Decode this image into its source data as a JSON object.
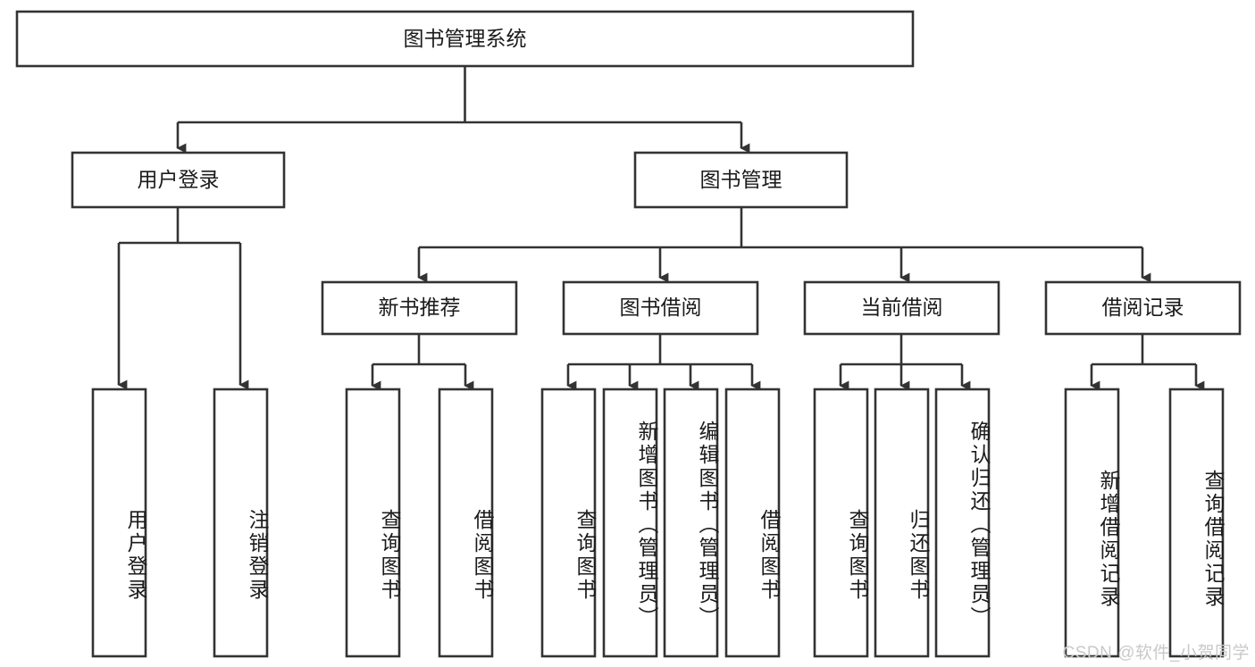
{
  "diagram": {
    "type": "tree-hierarchy",
    "title": "图书管理系统",
    "root": {
      "id": "root",
      "label": "图书管理系统",
      "orientation": "horizontal"
    },
    "level2": [
      {
        "id": "user-login",
        "label": "用户登录",
        "orientation": "horizontal"
      },
      {
        "id": "book-manage",
        "label": "图书管理",
        "orientation": "horizontal"
      }
    ],
    "level3": [
      {
        "id": "new-book-rec",
        "label": "新书推荐",
        "orientation": "horizontal",
        "parent": "book-manage"
      },
      {
        "id": "book-borrow",
        "label": "图书借阅",
        "orientation": "horizontal",
        "parent": "book-manage"
      },
      {
        "id": "current-borrow",
        "label": "当前借阅",
        "orientation": "horizontal",
        "parent": "book-manage"
      },
      {
        "id": "borrow-record",
        "label": "借阅记录",
        "orientation": "horizontal",
        "parent": "book-manage"
      }
    ],
    "leaves": [
      {
        "id": "leaf-user-login",
        "label": "用户登录",
        "parent": "user-login",
        "orientation": "vertical"
      },
      {
        "id": "leaf-user-logout",
        "label": "注销登录",
        "parent": "user-login",
        "orientation": "vertical"
      },
      {
        "id": "leaf-query-book-1",
        "label": "查询图书",
        "parent": "new-book-rec",
        "orientation": "vertical"
      },
      {
        "id": "leaf-borrow-book-1",
        "label": "借阅图书",
        "parent": "new-book-rec",
        "orientation": "vertical"
      },
      {
        "id": "leaf-query-book-2",
        "label": "查询图书",
        "parent": "book-borrow",
        "orientation": "vertical"
      },
      {
        "id": "leaf-add-book",
        "label": "新增图书（管理员）",
        "parent": "book-borrow",
        "orientation": "vertical"
      },
      {
        "id": "leaf-edit-book",
        "label": "编辑图书（管理员）",
        "parent": "book-borrow",
        "orientation": "vertical"
      },
      {
        "id": "leaf-borrow-book-2",
        "label": "借阅图书",
        "parent": "book-borrow",
        "orientation": "vertical"
      },
      {
        "id": "leaf-query-book-3",
        "label": "查询图书",
        "parent": "current-borrow",
        "orientation": "vertical"
      },
      {
        "id": "leaf-return-book",
        "label": "归还图书",
        "parent": "current-borrow",
        "orientation": "vertical"
      },
      {
        "id": "leaf-confirm-return",
        "label": "确认归还（管理员）",
        "parent": "current-borrow",
        "orientation": "vertical"
      },
      {
        "id": "leaf-add-record",
        "label": "新增借阅记录",
        "parent": "borrow-record",
        "orientation": "vertical"
      },
      {
        "id": "leaf-query-record",
        "label": "查询借阅记录",
        "parent": "borrow-record",
        "orientation": "vertical"
      }
    ],
    "watermark": "CSDN @软件_小贺同学",
    "colors": {
      "stroke": "#333333",
      "box_fill": "#ffffff",
      "text": "#1b1b1b",
      "watermark": "#c9c9c9",
      "background": "#ffffff"
    }
  }
}
